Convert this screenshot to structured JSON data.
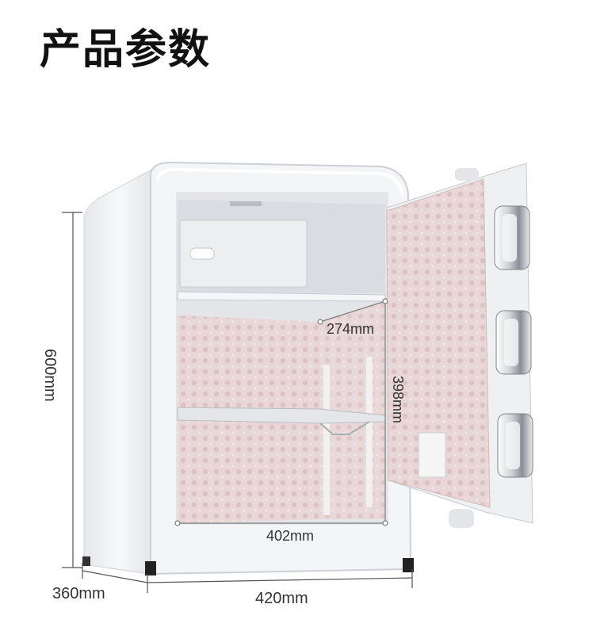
{
  "title": "产品参数",
  "dimensions": {
    "height_outer": "600mm",
    "width_outer": "420mm",
    "depth_outer": "360mm",
    "depth_inner": "274mm",
    "height_inner": "398mm",
    "width_inner": "402mm"
  },
  "colors": {
    "body": "#f2f3f5",
    "inner_liner": "#eadadb",
    "door_liner": "#e6d1d1",
    "dimension_line": "#555555"
  }
}
